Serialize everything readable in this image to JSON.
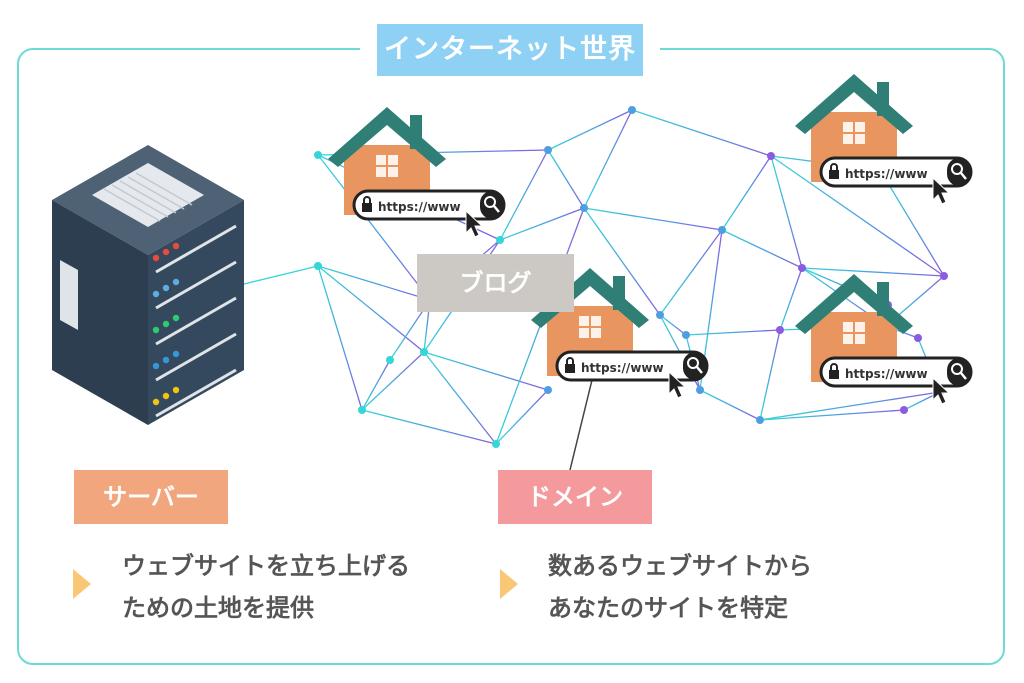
{
  "title": "インターネット世界",
  "server": {
    "label": "サーバー",
    "description": [
      "ウェブサイトを立ち上げる",
      "ための土地を提供"
    ]
  },
  "domain": {
    "label": "ドメイン",
    "description": [
      "数あるウェブサイトから",
      "あなたのサイトを特定"
    ]
  },
  "blog": {
    "label": "ブログ"
  },
  "houses": [
    {
      "url": "https://www"
    },
    {
      "url": "https://www"
    },
    {
      "url": "https://www"
    },
    {
      "url": "https://www"
    }
  ],
  "colors": {
    "frame": "#6ddad4",
    "title_bg": "#8fd1f4",
    "server_label_bg": "#f2a67e",
    "domain_label_bg": "#f4999c",
    "blog_label_bg": "#ccc9c4",
    "roof": "#2f7f76",
    "house_body": "#e8955f",
    "server_body": "#34495e"
  },
  "icons": [
    "server-icon",
    "house-icon",
    "lock-icon",
    "search-icon",
    "cursor-icon"
  ]
}
